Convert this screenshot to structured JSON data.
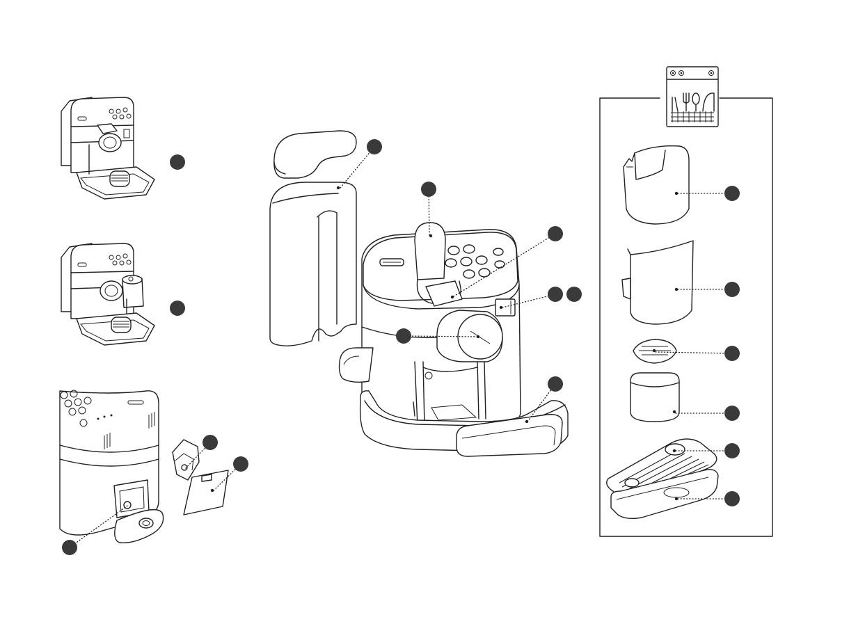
{
  "diagram": {
    "background": "#ffffff",
    "line_color": "#231f20",
    "callout_color": "#3a3a3a",
    "views": [
      "machine-front-view",
      "machine-with-milk-jug-view",
      "machine-rear-view",
      "machine-exploded-view",
      "dishwasher-safe-parts-panel"
    ],
    "callouts": 17,
    "icons": [
      "dishwasher-icon"
    ]
  }
}
